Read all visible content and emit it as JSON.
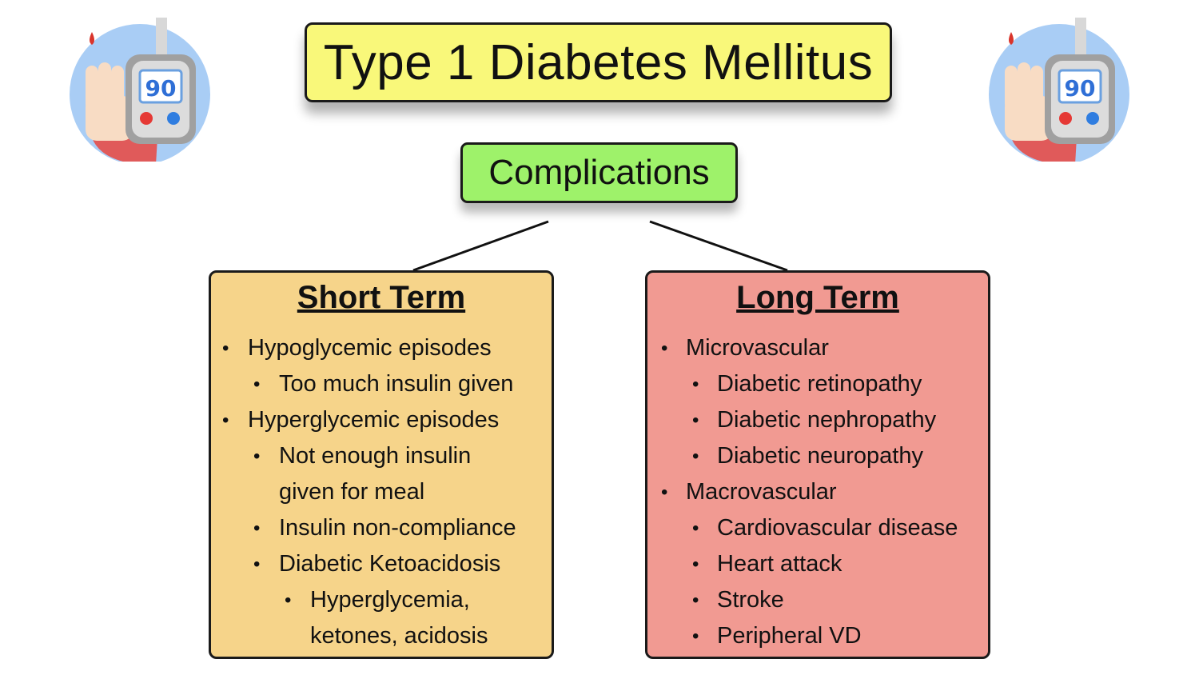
{
  "title": "Type 1 Diabetes Mellitus",
  "center_node": "Complications",
  "icon_reading": "90",
  "short_term": {
    "heading": "Short Term",
    "items": [
      {
        "text": "Hypoglycemic episodes",
        "level": 1
      },
      {
        "text": "Too much insulin given",
        "level": 2
      },
      {
        "text": "Hyperglycemic episodes",
        "level": 1
      },
      {
        "text": "Not enough insulin",
        "level": 2
      },
      {
        "text": "given for meal",
        "level": 2,
        "continuation": true
      },
      {
        "text": "Insulin non-compliance",
        "level": 2
      },
      {
        "text": "Diabetic Ketoacidosis",
        "level": 2
      },
      {
        "text": "Hyperglycemia,",
        "level": 3
      },
      {
        "text": "ketones, acidosis",
        "level": 3,
        "continuation": true
      }
    ]
  },
  "long_term": {
    "heading": "Long Term",
    "items": [
      {
        "text": "Microvascular",
        "level": 1
      },
      {
        "text": "Diabetic retinopathy",
        "level": 2
      },
      {
        "text": "Diabetic nephropathy",
        "level": 2
      },
      {
        "text": "Diabetic neuropathy",
        "level": 2
      },
      {
        "text": "Macrovascular",
        "level": 1
      },
      {
        "text": "Cardiovascular disease",
        "level": 2
      },
      {
        "text": "Heart attack",
        "level": 2
      },
      {
        "text": "Stroke",
        "level": 2
      },
      {
        "text": "Peripheral VD",
        "level": 2
      }
    ]
  },
  "colors": {
    "title_bg": "#f9f87a",
    "center_bg": "#9ef26a",
    "short_bg": "#f6d48a",
    "long_bg": "#f19a92"
  },
  "icons": [
    "glucose-meter-icon",
    "glucose-meter-icon"
  ]
}
